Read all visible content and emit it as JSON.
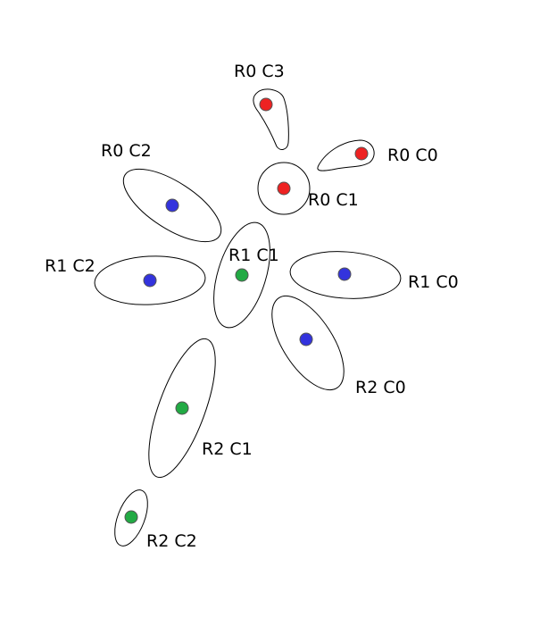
{
  "colors": {
    "red": "#ee2222",
    "blue": "#3333dd",
    "green": "#22aa44"
  },
  "clusters": [
    {
      "id": "r0-c3",
      "label": "R0 C3",
      "color": "red"
    },
    {
      "id": "r0-c0",
      "label": "R0 C0",
      "color": "red"
    },
    {
      "id": "r0-c1",
      "label": "R0 C1",
      "color": "red"
    },
    {
      "id": "r0-c2",
      "label": "R0 C2",
      "color": "blue"
    },
    {
      "id": "r1-c2",
      "label": "R1 C2",
      "color": "blue"
    },
    {
      "id": "r1-c1",
      "label": "R1 C1",
      "color": "green"
    },
    {
      "id": "r1-c0",
      "label": "R1 C0",
      "color": "blue"
    },
    {
      "id": "r2-c0",
      "label": "R2 C0",
      "color": "blue"
    },
    {
      "id": "r2-c1",
      "label": "R2 C1",
      "color": "green"
    },
    {
      "id": "r2-c2",
      "label": "R2 C2",
      "color": "green"
    }
  ]
}
